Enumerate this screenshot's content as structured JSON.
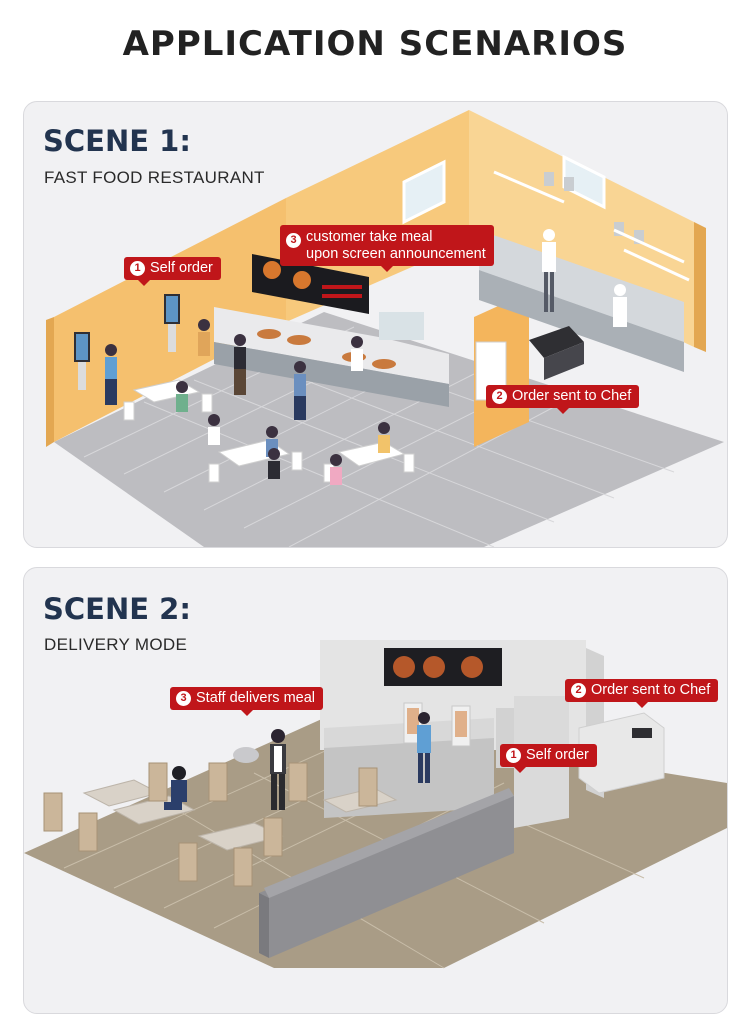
{
  "page": {
    "title": "APPLICATION SCENARIOS"
  },
  "scenes": [
    {
      "title": "SCENE 1:",
      "subtitle": "FAST FOOD RESTAURANT",
      "callouts": [
        {
          "number": "1",
          "text": "Self order"
        },
        {
          "number": "3",
          "lines": [
            "customer take  meal",
            "upon screen announcement"
          ]
        },
        {
          "number": "2",
          "text": "Order sent to Chef"
        }
      ]
    },
    {
      "title": "SCENE 2:",
      "subtitle": "DELIVERY MODE",
      "callouts": [
        {
          "number": "3",
          "text": "Staff delivers meal"
        },
        {
          "number": "2",
          "text": "Order sent to Chef"
        },
        {
          "number": "1",
          "text": "Self order"
        }
      ]
    }
  ],
  "colors": {
    "accent_red": "#c0161a",
    "title_navy": "#22344f",
    "wall_yellow": "#f6c97a",
    "floor_grey": "#b9b9bd"
  }
}
